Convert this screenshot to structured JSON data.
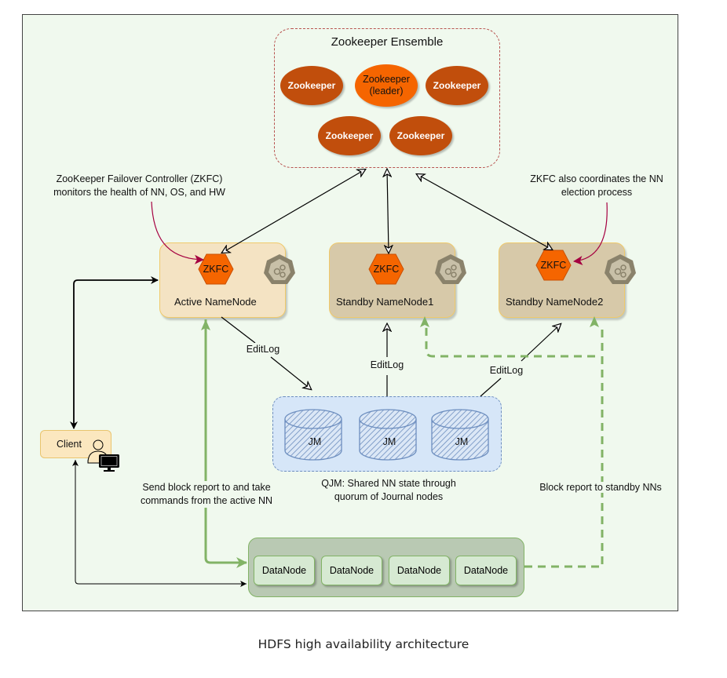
{
  "caption": "HDFS high availability architecture",
  "zookeeper_ensemble": {
    "title": "Zookeeper Ensemble",
    "nodes": [
      {
        "label": "Zookeeper",
        "role": "follower"
      },
      {
        "label": "Zookeeper\n(leader)",
        "role": "leader",
        "line1": "Zookeeper",
        "line2": "(leader)"
      },
      {
        "label": "Zookeeper",
        "role": "follower"
      },
      {
        "label": "Zookeeper",
        "role": "follower"
      },
      {
        "label": "Zookeeper",
        "role": "follower"
      }
    ]
  },
  "annotations": {
    "zkfc_left": [
      "ZooKeeper Failover Controller (ZKFC)",
      "monitors the health of NN, OS, and HW"
    ],
    "zkfc_right": [
      "ZKFC also coordinates the  NN",
      "election process"
    ],
    "qjm": [
      "QJM: Shared NN state through",
      "quorum of Journal nodes"
    ],
    "send_block": [
      "Send block report to and take",
      "commands from the active NN"
    ],
    "block_standby": "Block report to standby NNs"
  },
  "namenodes": [
    {
      "label": "Active NameNode",
      "zkfc": "ZKFC",
      "state": "active"
    },
    {
      "label": "Standby NameNode1",
      "zkfc": "ZKFC",
      "state": "standby"
    },
    {
      "label": "Standby NameNode2",
      "zkfc": "ZKFC",
      "state": "standby"
    }
  ],
  "editlog_labels": [
    "EditLog",
    "EditLog",
    "EditLog"
  ],
  "journal_nodes": [
    "JM",
    "JM",
    "JM"
  ],
  "client": {
    "label": "Client",
    "icon": "user-computer-icon"
  },
  "datanodes": [
    "DataNode",
    "DataNode",
    "DataNode",
    "DataNode"
  ],
  "colors": {
    "background": "#f0f9ee",
    "zookeeper": "#c14e0c",
    "zookeeper_leader": "#f56500",
    "zk_ensemble_border": "#b85450",
    "active_nn": "#f4e3c3",
    "standby_nn": "#d7c9a9",
    "zkfc": "#f56500",
    "qjm_fill": "#d6e6f8",
    "qjm_border": "#6d8ebf",
    "datanode_group": "#b9c9b3",
    "datanode": "#d6e9d2",
    "green_arrow": "#82b366",
    "annotation_arrow": "#a50040"
  }
}
